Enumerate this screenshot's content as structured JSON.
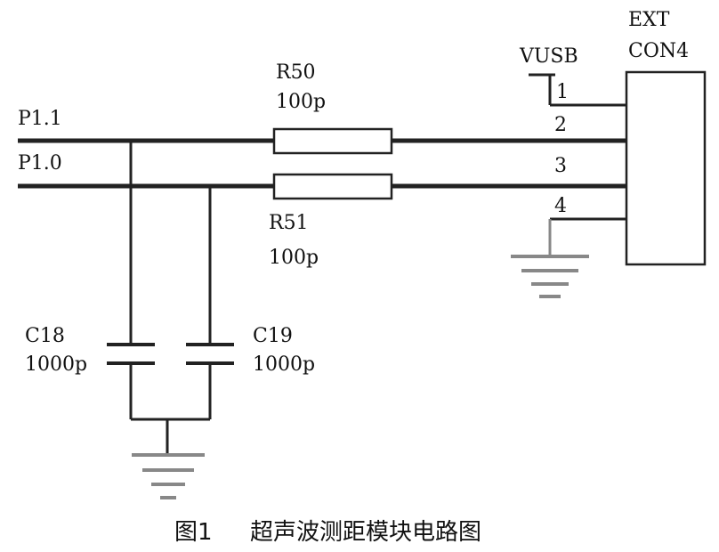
{
  "caption": {
    "figure_no": "图1",
    "title": "超声波测距模块电路图"
  },
  "signals": {
    "p11": "P1.1",
    "p10": "P1.0"
  },
  "resistors": {
    "r50": {
      "ref": "R50",
      "value": "100p"
    },
    "r51": {
      "ref": "R51",
      "value": "100p"
    }
  },
  "capacitors": {
    "c18": {
      "ref": "C18",
      "value": "1000p"
    },
    "c19": {
      "ref": "C19",
      "value": "1000p"
    }
  },
  "connector": {
    "name_line1": "EXT",
    "name_line2": "CON4",
    "supply": "VUSB",
    "pins": [
      "1",
      "2",
      "3",
      "4"
    ]
  },
  "colors": {
    "wire": "#222222",
    "ground": "#888888"
  }
}
